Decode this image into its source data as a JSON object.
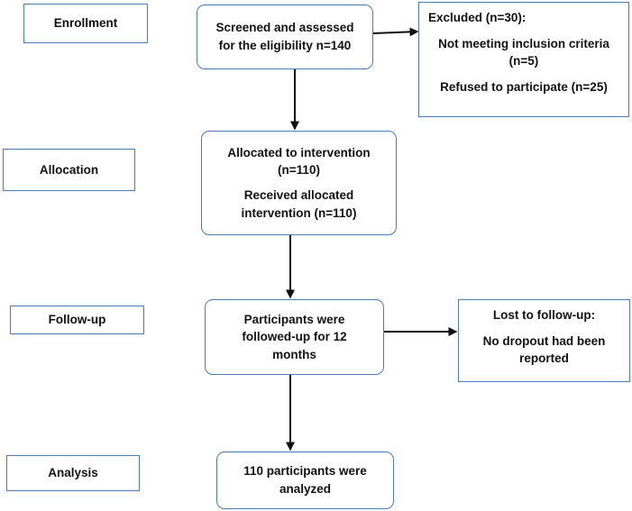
{
  "stages": {
    "enrollment": "Enrollment",
    "allocation": "Allocation",
    "followup": "Follow-up",
    "analysis": "Analysis"
  },
  "flow": {
    "screened": [
      "Screened and assessed",
      "for the eligibility n=140"
    ],
    "allocated": {
      "line1": [
        "Allocated to intervention",
        "(n=110)"
      ],
      "line2": [
        "Received allocated",
        "intervention (n=110)"
      ]
    },
    "followed": [
      "Participants were",
      "followed-up for 12",
      "months"
    ],
    "analyzed": [
      "110 participants were",
      "analyzed"
    ]
  },
  "side": {
    "excluded": {
      "title": "Excluded (n=30):",
      "criteria": [
        "Not meeting inclusion criteria",
        "(n=5)"
      ],
      "refused": "Refused to participate (n=25)"
    },
    "lost": {
      "title": "Lost to follow-up:",
      "detail": [
        "No dropout had been",
        "reported"
      ]
    }
  },
  "colors": {
    "box_border": "#4a7bb7",
    "arrow": "#111111",
    "text": "#111111"
  }
}
